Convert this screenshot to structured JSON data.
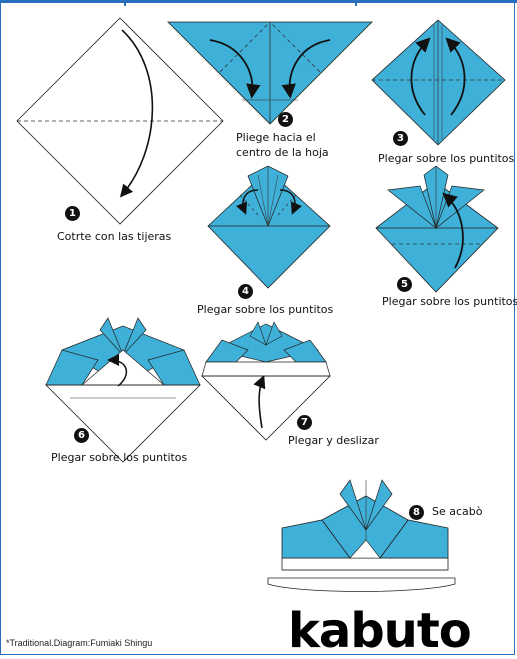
{
  "colors": {
    "paper": "#3fb0d8",
    "ink": "#111111",
    "frame": "#2a6fbd"
  },
  "steps": [
    {
      "number": "1",
      "caption": "Cotrte con las tijeras"
    },
    {
      "number": "2",
      "caption_line1": "Pliege hacia el",
      "caption_line2": "centro de la hoja"
    },
    {
      "number": "3",
      "caption": "Plegar sobre los puntitos"
    },
    {
      "number": "4",
      "caption": "Plegar sobre los puntitos"
    },
    {
      "number": "5",
      "caption": "Plegar sobre los puntitos"
    },
    {
      "number": "6",
      "caption": "Plegar sobre los puntitos"
    },
    {
      "number": "7",
      "caption": "Plegar y deslizar"
    },
    {
      "number": "8",
      "caption": "Se acabò"
    }
  ],
  "title": "kabuto",
  "credit": "*Traditional.Diagram:Fumiaki Shingu"
}
